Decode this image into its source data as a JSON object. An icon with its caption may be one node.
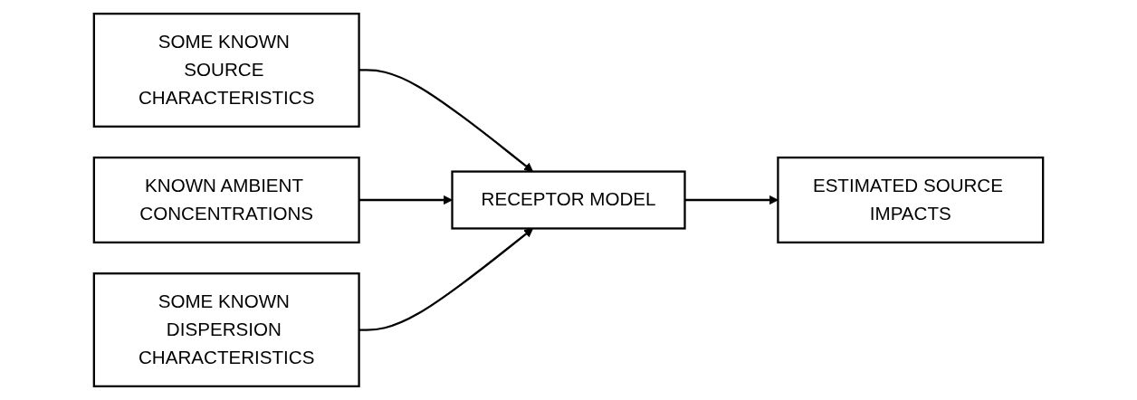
{
  "diagram": {
    "nodes": [
      {
        "text": [
          "SOME KNOWN SOURCE CHARACTERISTICS"
        ]
      },
      {
        "text": [
          "KNOWN AMBIENT CONCENTRATIONS"
        ]
      },
      {
        "text": [
          "SOME KNOWN DISPERSION CHARACTERISTICS"
        ]
      },
      {
        "text": [
          "RECEPTOR MODEL"
        ]
      },
      {
        "text": [
          "ESTIMATED SOURCE IMPACTS"
        ]
      }
    ],
    "edges": [
      {
        "from": 0,
        "to": 3,
        "arrow": "to"
      },
      {
        "from": 1,
        "to": 3,
        "arrow": "to"
      },
      {
        "from": 2,
        "to": 3,
        "arrow": "to"
      },
      {
        "from": 3,
        "to": 4,
        "arrow": "to"
      }
    ]
  }
}
